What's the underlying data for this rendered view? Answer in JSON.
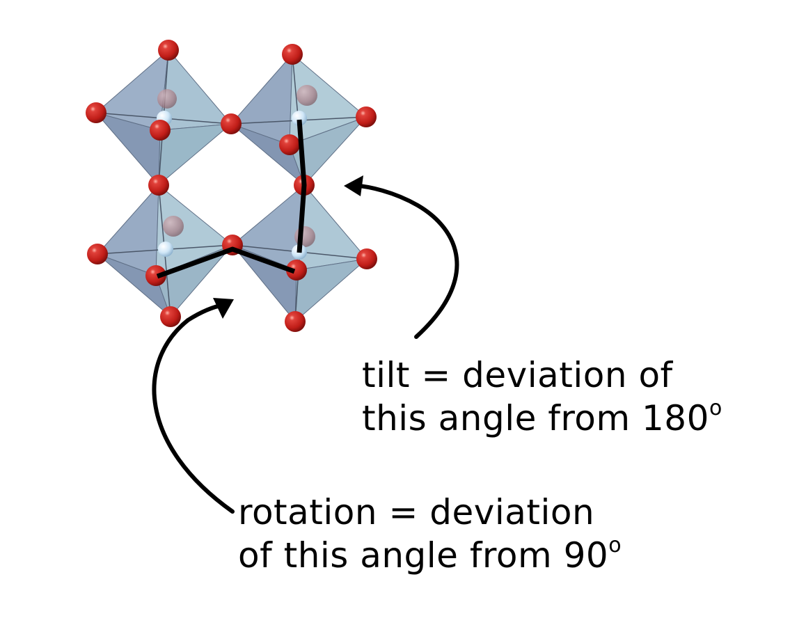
{
  "tilt_annotation": {
    "line1": "tilt = deviation of",
    "line2_text": "this angle from 180",
    "line2_sup": "o"
  },
  "rotation_annotation": {
    "line1": "rotation = deviation",
    "line2_text": "of this angle from 90",
    "line2_sup": "o"
  },
  "colors": {
    "octahedron_face": "#8fa3bf",
    "octahedron_light": "#b9d3dc",
    "oxygen_atom": "#c8201c",
    "metal_atom": "#dcefff",
    "a_site_atom": "#b88b92",
    "angle_line": "#000000"
  }
}
